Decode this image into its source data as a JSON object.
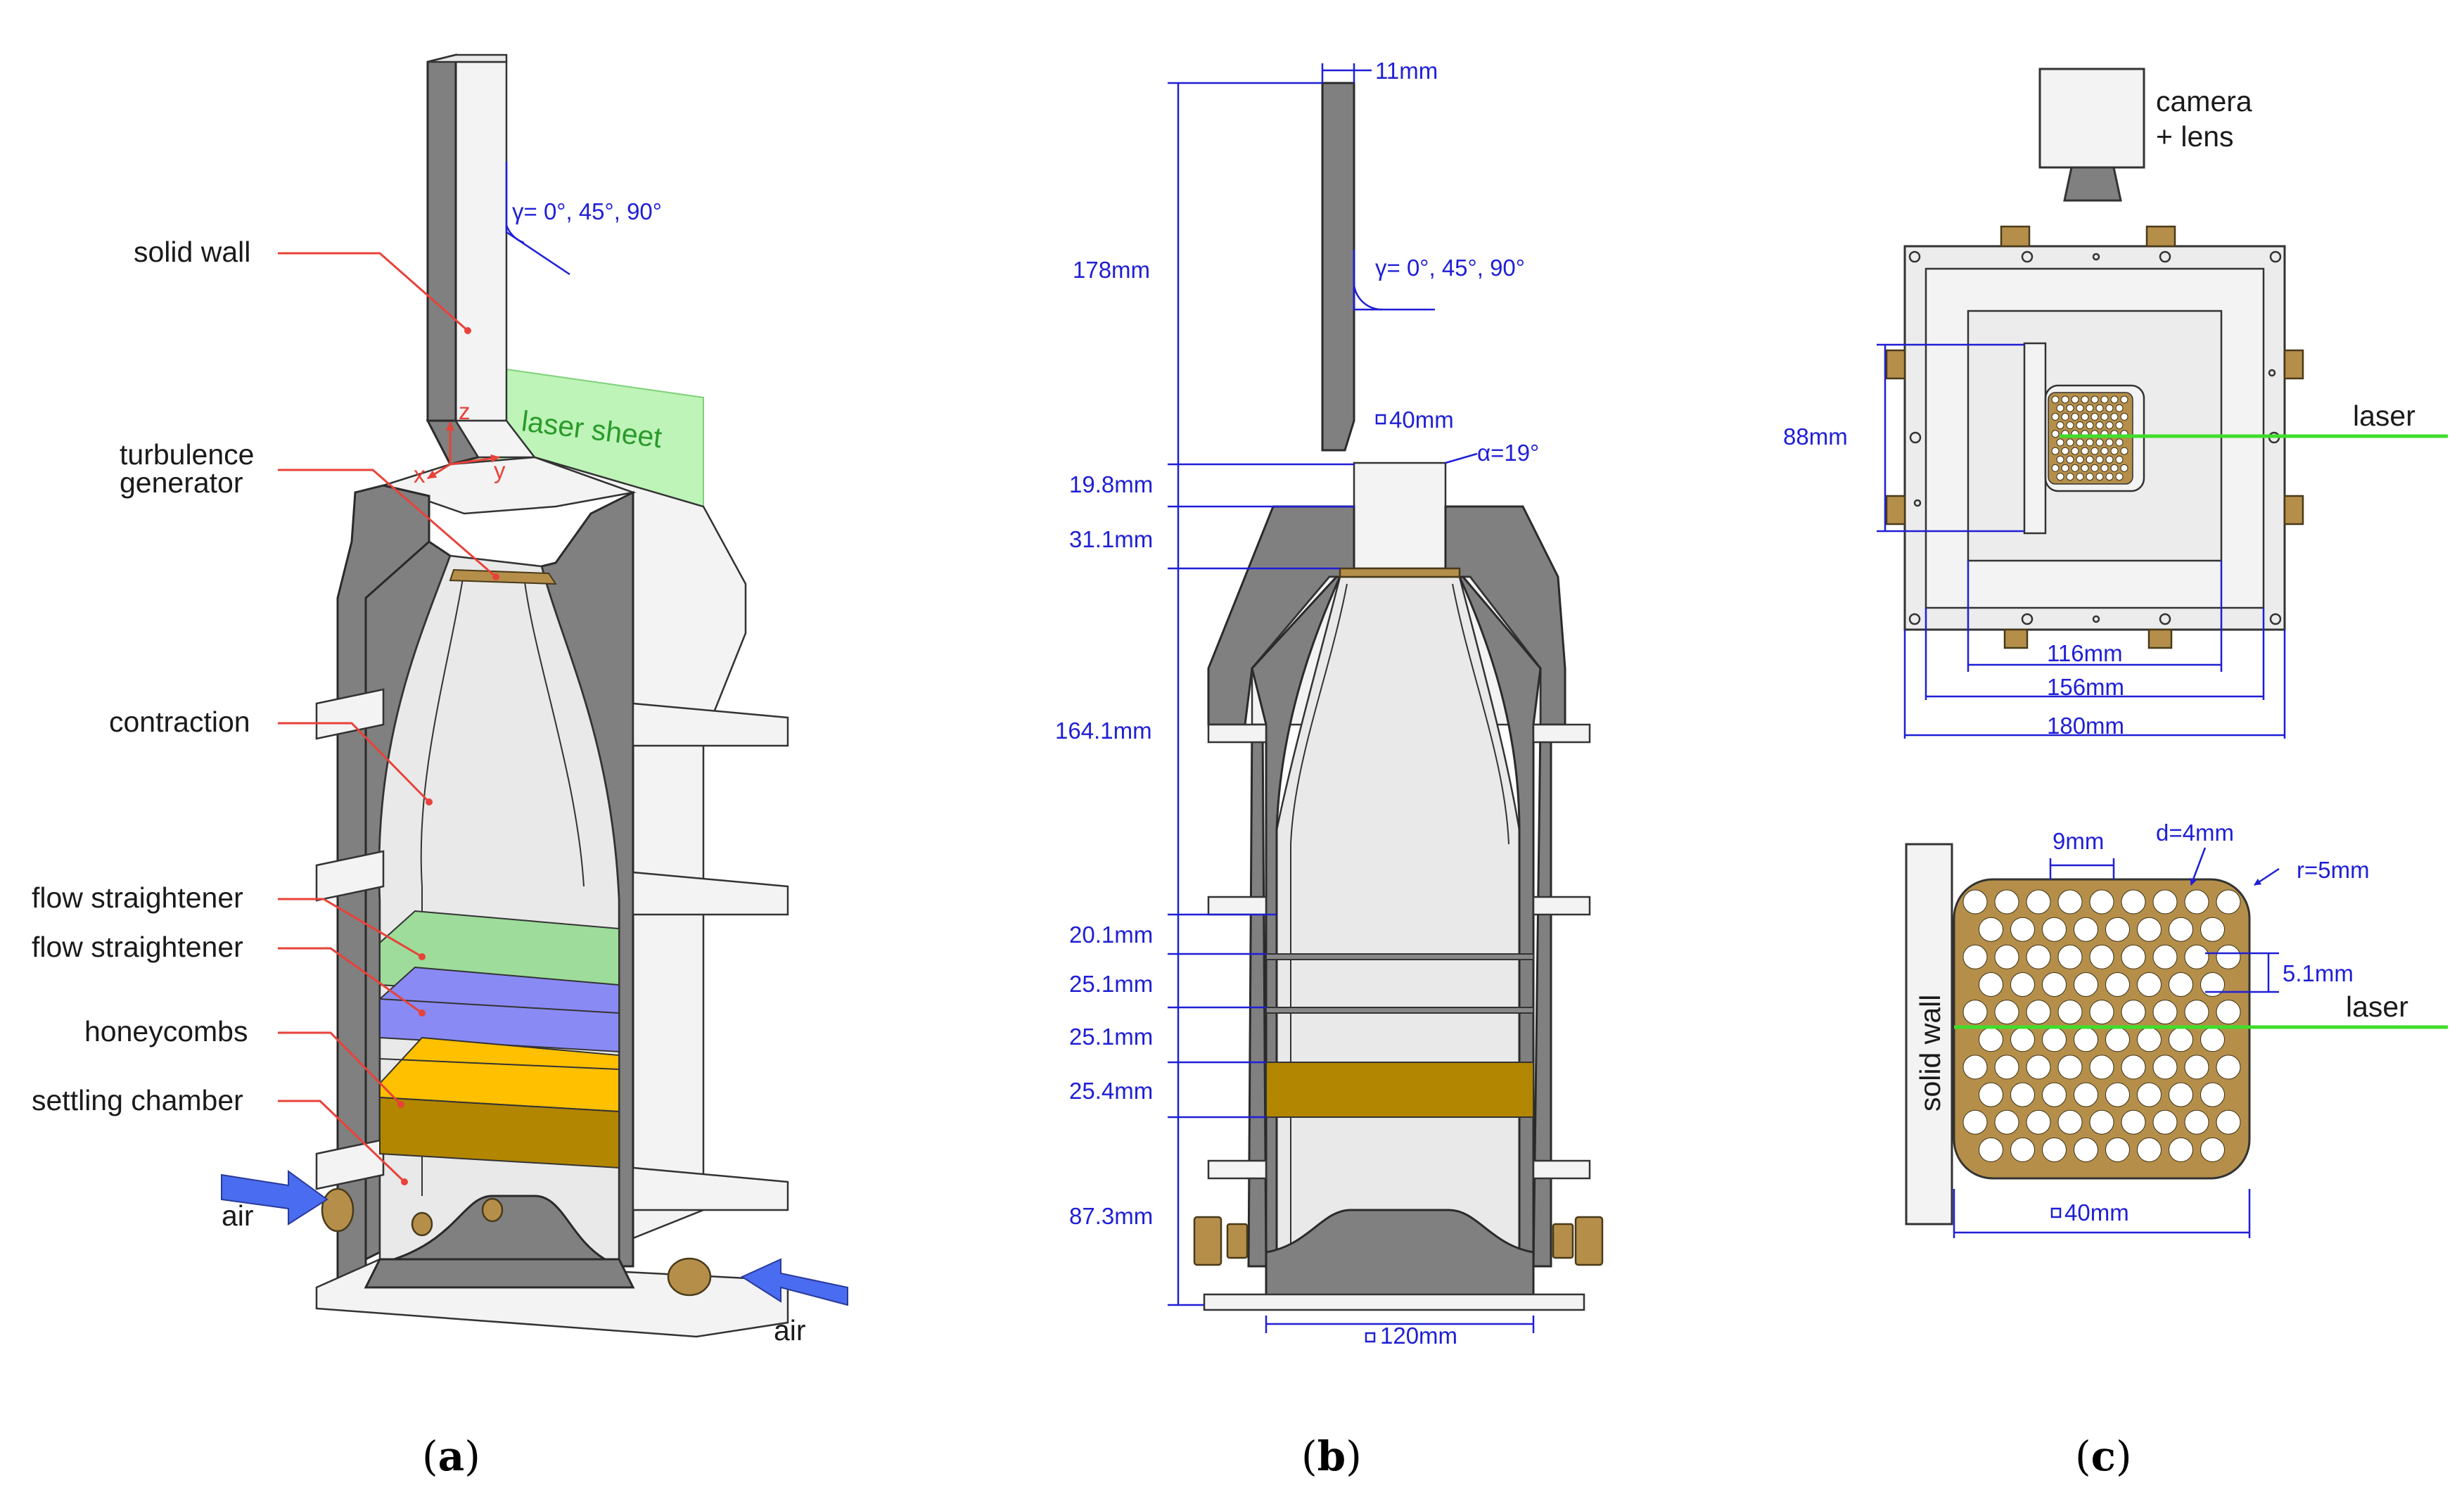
{
  "panel_a": {
    "labels": {
      "solid_wall": "solid wall",
      "turbulence_generator_1": "turbulence",
      "turbulence_generator_2": "generator",
      "contraction": "contraction",
      "flow_straightener_1": "flow straightener",
      "flow_straightener_2": "flow straightener",
      "honeycombs": "honeycombs",
      "settling_chamber": "settling chamber",
      "laser_sheet": "laser sheet",
      "air_left": "air",
      "air_right": "air",
      "angle": "γ= 0°, 45°, 90°",
      "axis_z": "z",
      "axis_x": "x",
      "axis_y": "y"
    },
    "caption_open": "(",
    "caption_letter": "a",
    "caption_close": ")"
  },
  "panel_b": {
    "dims": {
      "top_width": "11mm",
      "height_wall": "178mm",
      "angle": "γ= 0°, 45°, 90°",
      "nozzle_width": "40mm",
      "alpha": "α=19°",
      "d1": "19.8mm",
      "d2": "31.1mm",
      "d3": "164.1mm",
      "d4": "20.1mm",
      "d5": "25.1mm",
      "d6": "25.1mm",
      "d7": "25.4mm",
      "d8": "87.3mm",
      "base_width": "120mm"
    },
    "caption_open": "(",
    "caption_letter": "b",
    "caption_close": ")"
  },
  "panel_c": {
    "labels": {
      "camera_1": "camera",
      "camera_2": "+ lens",
      "laser_top": "laser",
      "laser_bottom": "laser",
      "solid_wall": "solid wall"
    },
    "dims": {
      "h88": "88mm",
      "w116": "116mm",
      "w156": "156mm",
      "w180": "180mm",
      "pitch": "9mm",
      "hole_d": "d=4mm",
      "corner_r": "r=5mm",
      "spacing": "5.1mm",
      "grid_width": "40mm"
    },
    "caption_open": "(",
    "caption_letter": "c",
    "caption_close": ")"
  },
  "colors": {
    "wall_gray": "#808080",
    "laser_green": "#a8f0a0",
    "flow_green": "#9ddc9a",
    "flow_blue": "#8a8af5",
    "honeycomb_yellow": "#ffc000",
    "honeycomb_brass": "#b38600",
    "dimension_blue": "#1f1fd6",
    "leader_red": "#e8423a",
    "air_arrow": "#4a6cf0"
  }
}
